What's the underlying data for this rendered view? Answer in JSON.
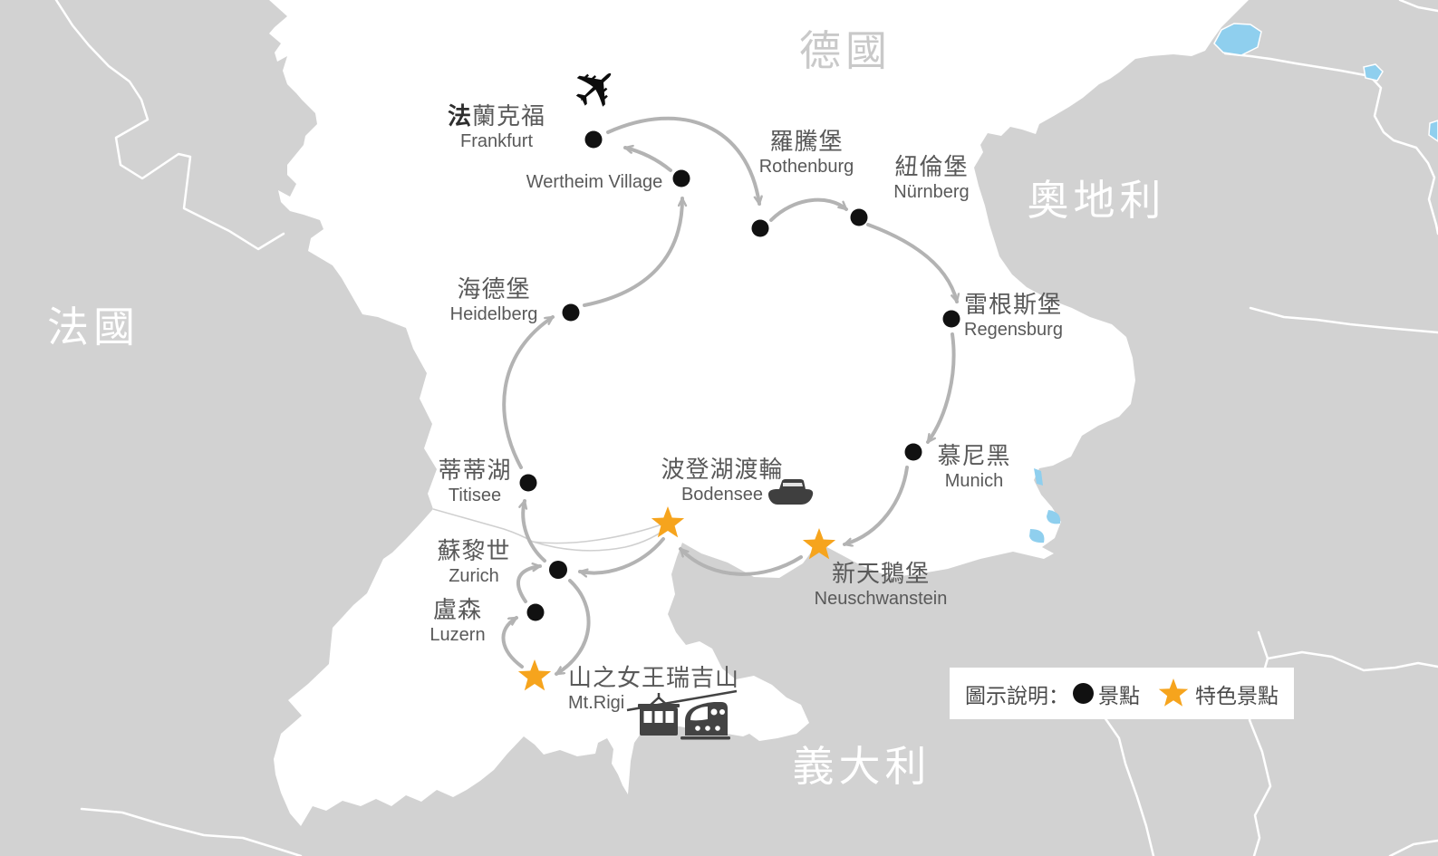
{
  "countries": [
    {
      "name": "德國"
    },
    {
      "name": "奧地利"
    },
    {
      "name": "法國"
    },
    {
      "name": "義大利"
    }
  ],
  "stops": [
    {
      "zh_bold": "法",
      "zh_rest": "蘭克福",
      "en": "Frankfurt",
      "marker": "dot",
      "icon": "airplane"
    },
    {
      "en": "Wertheim Village",
      "marker": "dot"
    },
    {
      "zh": "羅騰堡",
      "en": "Rothenburg",
      "marker": "dot"
    },
    {
      "zh": "紐倫堡",
      "en": "Nürnberg",
      "marker": "dot"
    },
    {
      "zh": "雷根斯堡",
      "en": "Regensburg",
      "marker": "dot"
    },
    {
      "zh": "慕尼黑",
      "en": "Munich",
      "marker": "dot"
    },
    {
      "zh": "新天鵝堡",
      "en": "Neuschwanstein",
      "marker": "star"
    },
    {
      "zh": "波登湖渡輪",
      "en": "Bodensee",
      "marker": "star",
      "icon": "ferry"
    },
    {
      "zh": "蒂蒂湖",
      "en": "Titisee",
      "marker": "dot"
    },
    {
      "zh": "蘇黎世",
      "en": "Zurich",
      "marker": "dot"
    },
    {
      "zh": "盧森",
      "en": "Luzern",
      "marker": "dot"
    },
    {
      "zh": "山之女王瑞吉山",
      "en": "Mt.Rigi",
      "marker": "star",
      "icon": "cable-car, train"
    },
    {
      "zh": "海德堡",
      "en": "Heidelberg",
      "marker": "dot"
    }
  ],
  "route_segments": [
    {
      "from": "Frankfurt",
      "to": "Rothenburg"
    },
    {
      "from": "Rothenburg",
      "to": "Nürnberg"
    },
    {
      "from": "Nürnberg",
      "to": "Regensburg"
    },
    {
      "from": "Regensburg",
      "to": "Munich"
    },
    {
      "from": "Munich",
      "to": "Neuschwanstein"
    },
    {
      "from": "Neuschwanstein",
      "to": "Bodensee"
    },
    {
      "from": "Bodensee",
      "to": "Zurich"
    },
    {
      "from": "Zurich",
      "to": "Mt.Rigi"
    },
    {
      "from": "Mt.Rigi",
      "to": "Luzern"
    },
    {
      "from": "Luzern",
      "to": "Zurich"
    },
    {
      "from": "Zurich",
      "to": "Titisee"
    },
    {
      "from": "Titisee",
      "to": "Heidelberg"
    },
    {
      "from": "Heidelberg",
      "to": "Wertheim Village"
    },
    {
      "from": "Wertheim Village",
      "to": "Frankfurt"
    }
  ],
  "legend": {
    "title": "圖示說明：",
    "dot_label": "景點",
    "star_label": "特色景點"
  },
  "icons": {
    "airplane": "✈"
  },
  "colors": {
    "background": "#d2d2d2",
    "land": "#ffffff",
    "water": "#8fcfee",
    "route": "#b3b3b3",
    "marker_dot": "#111111",
    "marker_star": "#f6a41d",
    "stop_text": "#595959",
    "country_on_white": "#c9c9c9",
    "country_on_gray": "#ffffff",
    "transport_icon": "#434343"
  }
}
